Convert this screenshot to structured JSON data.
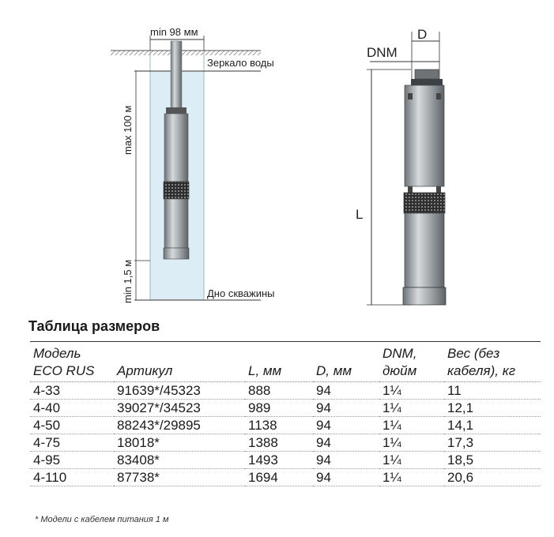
{
  "diagram_left": {
    "min_width_label": "min 98 мм",
    "water_mirror_label": "Зеркало воды",
    "max_depth_label": "max 100 м",
    "min_bottom_label": "min 1,5 м",
    "bottom_label": "Дно скважины"
  },
  "diagram_right": {
    "d_label": "D",
    "dnm_label": "DNM",
    "l_label": "L"
  },
  "table_title": "Таблица размеров",
  "table": {
    "headers": {
      "model": "Модель ECO RUS",
      "article": "Артикул",
      "length": "L, мм",
      "diameter": "D, мм",
      "dnm": "DNM, дюйм",
      "weight": "Вес (без кабеля), кг"
    },
    "rows": [
      {
        "model": "4-33",
        "article": "91639*/45323",
        "length": "888",
        "diameter": "94",
        "dnm": "1¼",
        "weight": "11"
      },
      {
        "model": "4-40",
        "article": "39027*/34523",
        "length": "989",
        "diameter": "94",
        "dnm": "1¼",
        "weight": "12,1"
      },
      {
        "model": "4-50",
        "article": "88243*/29895",
        "length": "1138",
        "diameter": "94",
        "dnm": "1¼",
        "weight": "14,1"
      },
      {
        "model": "4-75",
        "article": "18018*",
        "length": "1388",
        "diameter": "94",
        "dnm": "1¼",
        "weight": "17,3"
      },
      {
        "model": "4-95",
        "article": "83408*",
        "length": "1493",
        "diameter": "94",
        "dnm": "1¼",
        "weight": "18,5"
      },
      {
        "model": "4-110",
        "article": "87738*",
        "length": "1694",
        "diameter": "94",
        "dnm": "1¼",
        "weight": "20,6"
      }
    ]
  },
  "footnote": "* Модели с кабелем питания 1 м",
  "colors": {
    "water": "#d9ecf5",
    "pump_body": "#9aa0a4",
    "line": "#333333"
  }
}
